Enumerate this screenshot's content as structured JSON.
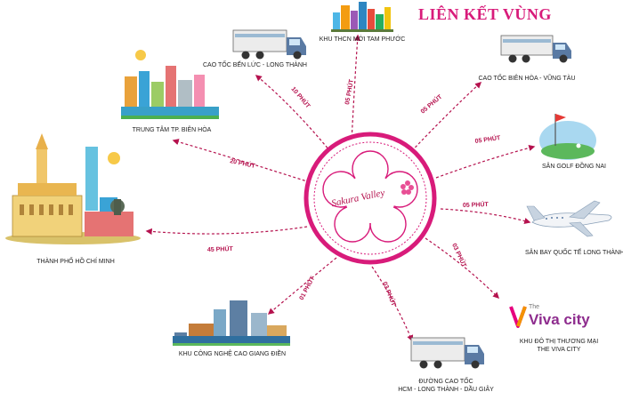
{
  "title": "LIÊN KẾT VÙNG",
  "center": {
    "brand": "Sakura Valley"
  },
  "accent_color": "#d81b7a",
  "destinations": [
    {
      "id": "tam-phuoc",
      "label": "KHU THCN MỚI TAM PHƯỚC",
      "time": "05 PHÚT",
      "icon": "city-skyline-icon"
    },
    {
      "id": "ben-luc",
      "label": "CAO TỐC BẾN LỨC - LONG THÀNH",
      "time": "10 PHÚT",
      "icon": "truck-icon"
    },
    {
      "id": "bien-hoa-vung-tau",
      "label": "CAO TỐC BIÊN HÒA - VŨNG TÀU",
      "time": "05 PHÚT",
      "icon": "truck-icon"
    },
    {
      "id": "trung-tam-bien-hoa",
      "label": "TRUNG TÂM TP. BIÊN HÒA",
      "time": "20 PHÚT",
      "icon": "city-buildings-icon"
    },
    {
      "id": "golf",
      "label": "SÂN GOLF ĐỒNG NAI",
      "time": "05 PHÚT",
      "icon": "golf-course-icon"
    },
    {
      "id": "hcm",
      "label": "THÀNH PHỐ HỒ CHÍ MINH",
      "time": "45 PHÚT",
      "icon": "saigon-landmarks-icon"
    },
    {
      "id": "long-thanh-airport",
      "label": "SÂN BAY QUỐC TẾ LONG THÀNH",
      "time": "05 PHÚT",
      "icon": "airplane-icon"
    },
    {
      "id": "viva-city",
      "label_line1": "KHU ĐÔ THỊ THƯƠNG MẠI",
      "label_line2": "THE VIVA CITY",
      "time": "03 PHÚT",
      "icon": "viva-city-logo"
    },
    {
      "id": "giang-dien",
      "label": "KHU CÔNG NGHỆ CAO GIANG ĐIỀN",
      "time": "01 PHÚT",
      "icon": "industrial-park-icon"
    },
    {
      "id": "highway",
      "label_line1": "ĐƯỜNG CAO TỐC",
      "label_line2": "HCM - LONG THÀNH - DẦU GIÂY",
      "time": "03 PHÚT",
      "icon": "truck-icon"
    }
  ],
  "viva_logo": {
    "small": "The",
    "brand": "Viva city"
  }
}
